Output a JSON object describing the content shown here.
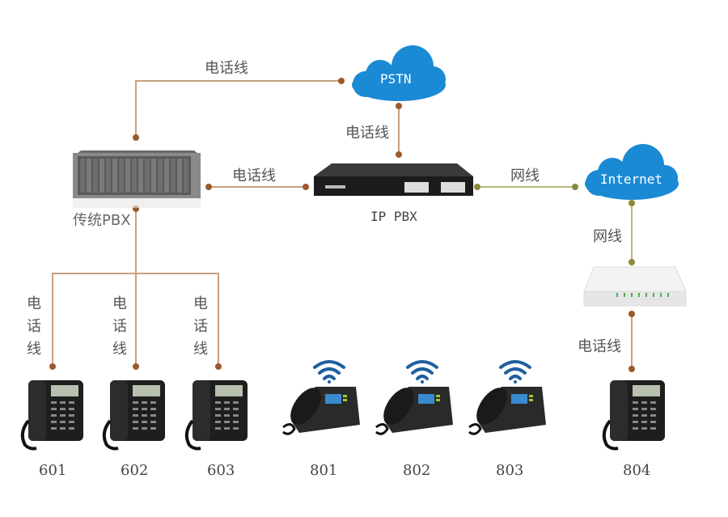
{
  "diagram": {
    "colors": {
      "phone_line": "#9a5a2a",
      "net_line": "#8a8a3a",
      "cloud": "#1a8ad4",
      "wifi": "#1f5fa0"
    },
    "clouds": {
      "pstn": "PSTN",
      "internet": "Internet"
    },
    "devices": {
      "legacy_pbx": "传统PBX",
      "ip_pbx": "IP PBX"
    },
    "links": {
      "legacy_to_pstn": "电话线",
      "pstn_to_ippbx": "电话线",
      "legacy_to_ippbx": "电话线",
      "ippbx_to_internet": "网线",
      "internet_to_gateway": "网线",
      "gateway_to_804": "电话线",
      "legacy_to_601": "电话线",
      "legacy_to_602": "电话线",
      "legacy_to_603": "电话线"
    },
    "extensions": {
      "analog": [
        "601",
        "602",
        "603"
      ],
      "wifi_ip": [
        "801",
        "802",
        "803"
      ],
      "gateway_analog": "804"
    }
  }
}
